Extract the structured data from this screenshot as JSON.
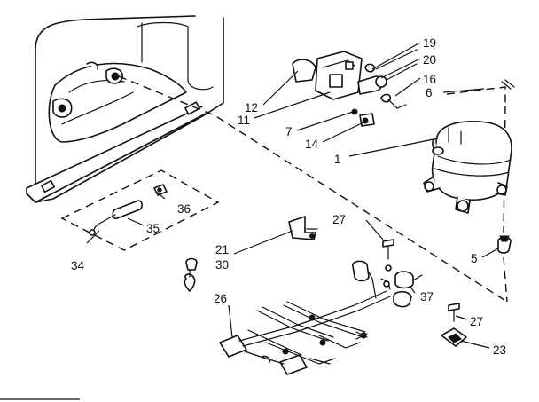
{
  "callouts": {
    "c1": "1",
    "c5": "5",
    "c6": "6",
    "c7": "7",
    "c11": "11",
    "c12": "12",
    "c14": "14",
    "c16": "16",
    "c19": "19",
    "c20": "20",
    "c21": "21",
    "c23": "23",
    "c26": "26",
    "c27a": "27",
    "c27b": "27",
    "c30": "30",
    "c34": "34",
    "c35": "35",
    "c36": "36",
    "c37": "37"
  }
}
